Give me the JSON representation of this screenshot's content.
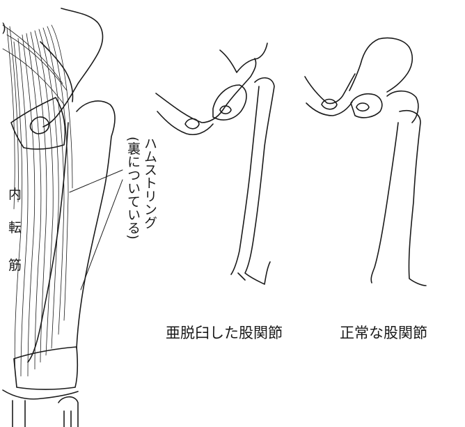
{
  "labels": {
    "top_left_paren": ")",
    "adductor": [
      "内",
      "転",
      "筋"
    ],
    "hamstring_line1": "ハムストリング",
    "hamstring_line2": "(裏についている)"
  },
  "captions": {
    "subluxated_hip": "亜脱臼した股関節",
    "normal_hip": "正常な股関節"
  },
  "colors": {
    "line": "#1a1a1a",
    "background": "#ffffff"
  }
}
